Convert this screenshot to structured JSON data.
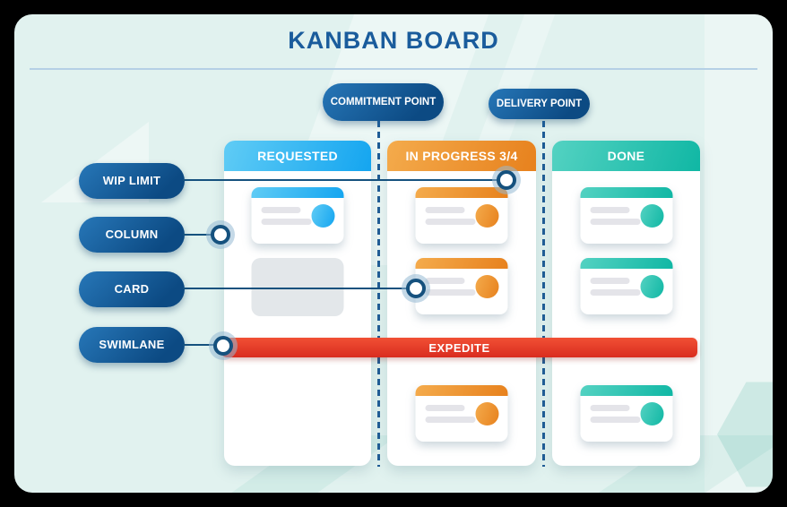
{
  "title": "KANBAN BOARD",
  "callouts": {
    "commitment_point": "COMMITMENT POINT",
    "delivery_point": "DELIVERY POINT",
    "wip_limit": "WIP LIMIT",
    "column": "COLUMN",
    "card": "CARD",
    "swimlane": "SWIMLANE"
  },
  "board": {
    "columns": [
      {
        "label": "REQUESTED",
        "accent": "#14A5F0",
        "cards_above_swimlane": 1,
        "placeholder_cards": 1,
        "cards_below_swimlane": 0
      },
      {
        "label": "IN PROGRESS 3/4",
        "accent": "#E7811D",
        "cards_above_swimlane": 2,
        "placeholder_cards": 0,
        "cards_below_swimlane": 1
      },
      {
        "label": "DONE",
        "accent": "#10B7A4",
        "cards_above_swimlane": 2,
        "placeholder_cards": 0,
        "cards_below_swimlane": 1
      }
    ],
    "swimlane_label": "EXPEDITE",
    "swimlane_color": "#E23A28"
  },
  "colors": {
    "background": "#E1F2EF",
    "callout_pill": "#0C4A83",
    "title_text": "#1A5C9C",
    "connector_line": "#15517E"
  }
}
